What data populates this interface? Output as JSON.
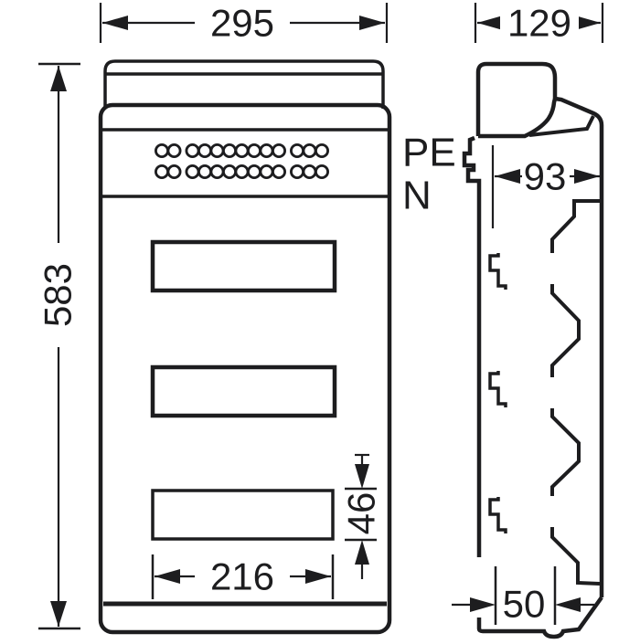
{
  "dimensions": {
    "overall_width": "295",
    "overall_depth": "129",
    "overall_height": "583",
    "inner_depth": "93",
    "cutout_height": "46",
    "cutout_width": "216",
    "base_depth": "50"
  },
  "labels": {
    "pe": "PE",
    "n": "N"
  },
  "front_view": {
    "terminal_rows": 2,
    "terminals_per_row": 13,
    "terminal_groups": [
      2,
      8,
      3
    ],
    "cutout_count": 3
  },
  "side_view": {
    "clip_count": 3,
    "chevron_count": 3
  },
  "colors": {
    "line": "#1d1d1f",
    "background": "#ffffff"
  }
}
